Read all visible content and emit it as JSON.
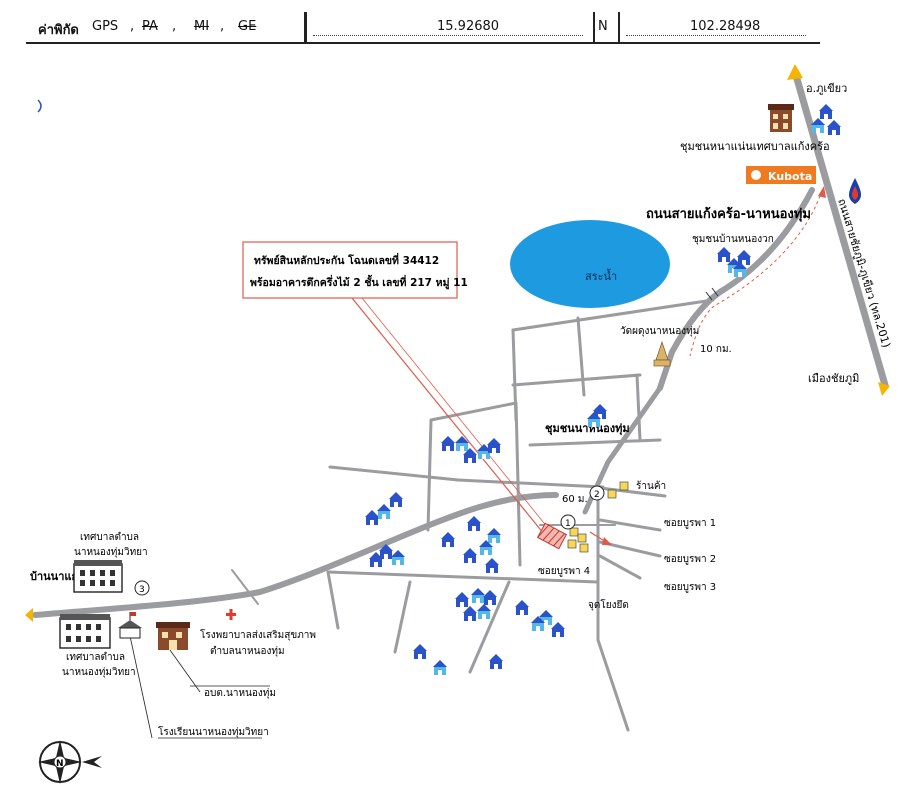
{
  "header": {
    "coord_label": "ค่าพิกัด",
    "gps_label": "GPS",
    "sep1": ",",
    "pa_label": "PA",
    "sep2": ",",
    "mi_label": "MI",
    "sep3": ",",
    "ge_label": "GE",
    "latitude": "15.92680",
    "lat_dir": "N",
    "longitude": "102.28498"
  },
  "callout": {
    "line1": "ทรัพย์สินหลักประกัน โฉนดเลขที่ 34412",
    "line2": "พร้อมอาคารตึกครึ่งไม้ 2 ชั้น เลขที่ 217 หมู่ 11"
  },
  "labels": {
    "phu_khiao": "อ.ภูเขียว",
    "community_naen": "ชุมชนหนาแน่นเทศบาลแก้งคร้อ",
    "kubota": "Kubota",
    "highway_road": "ถนนสายชัยภูมิ-ภูเขียว (ทล.201)",
    "main_road": "ถนนสายแก้งคร้อ-นาหนองทุ่ม",
    "community_nong_wok": "ชุมชนบ้านหนองวก",
    "reservoir": "สระน้ำ",
    "temple": "วัดผดุงนาหนองทุ่ม",
    "distance_10km": "10 กม.",
    "chaiyaphum": "เมืองชัยภูมิ",
    "community_na_nong_thum": "ชุมชนนาหนองทุ่ม",
    "shop": "ร้านค้า",
    "distance_60m": "60 ม.",
    "soi_1": "ซอยบูรพา 1",
    "soi_2": "ซอยบูรพา 2",
    "soi_3": "ซอยบูรพา 3",
    "soi_4": "ซอยบูรพา 4",
    "chud_chong_yued": "จุดโยงยึด",
    "tessaban_top_1": "เทศบาลตำบล",
    "tessaban_top_2": "นาหนองทุ่มวิทยา",
    "ban_na_kae": "บ้านนาแก",
    "tessaban_bottom_1": "เทศบาลตำบล",
    "tessaban_bottom_2": "นาหนองทุ่มวิทยา",
    "hospital_1": "โรงพยาบาลส่งเสริมสุขภาพ",
    "hospital_2": "ตำบลนาหนองทุ่ม",
    "obt": "อบต.นาหนองทุ่ม",
    "school": "โรงเรียนนาหนองทุ่มวิทยา",
    "marker_1": "1",
    "marker_2": "2",
    "marker_3": "3",
    "compass_letter": "N"
  },
  "colors": {
    "road": "#9a9ca0",
    "water": "#1e9be0",
    "house": "#2a52c9",
    "house_roof": "#52b8e8",
    "callout_border": "#e05a4a",
    "kubota_bg": "#f07a20",
    "arrow_tip": "#f5b400"
  }
}
